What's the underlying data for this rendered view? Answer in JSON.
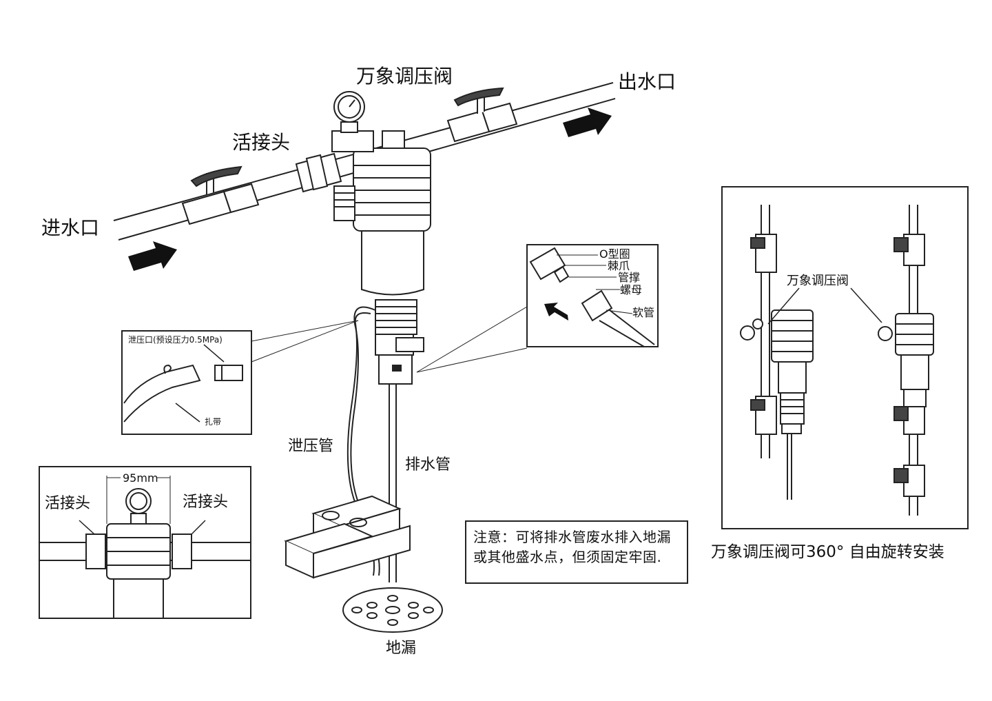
{
  "main": {
    "inlet": "进水口",
    "outlet": "出水口",
    "universal_valve": "万象调压阀",
    "union": "活接头",
    "relief_pipe": "泄压管",
    "drain_pipe": "排水管",
    "floor_drain": "地漏"
  },
  "relief_detail": {
    "title": "泄压口(预设压力0.5MPa)",
    "cable_tie": "扎带"
  },
  "hose_detail": {
    "o_ring": "O型圈",
    "claw": "棘爪",
    "pipe_support": "管撑",
    "nut": "螺母",
    "hose": "软管"
  },
  "dimension_detail": {
    "width": "95mm",
    "union_left": "活接头",
    "union_right": "活接头"
  },
  "note": {
    "text": "注意：可将排水管废水排入地漏或其他盛水点，但须固定牢固."
  },
  "rotation": {
    "valve_label": "万象调压阀",
    "caption": "万象调压阀可360° 自由旋转安装"
  }
}
